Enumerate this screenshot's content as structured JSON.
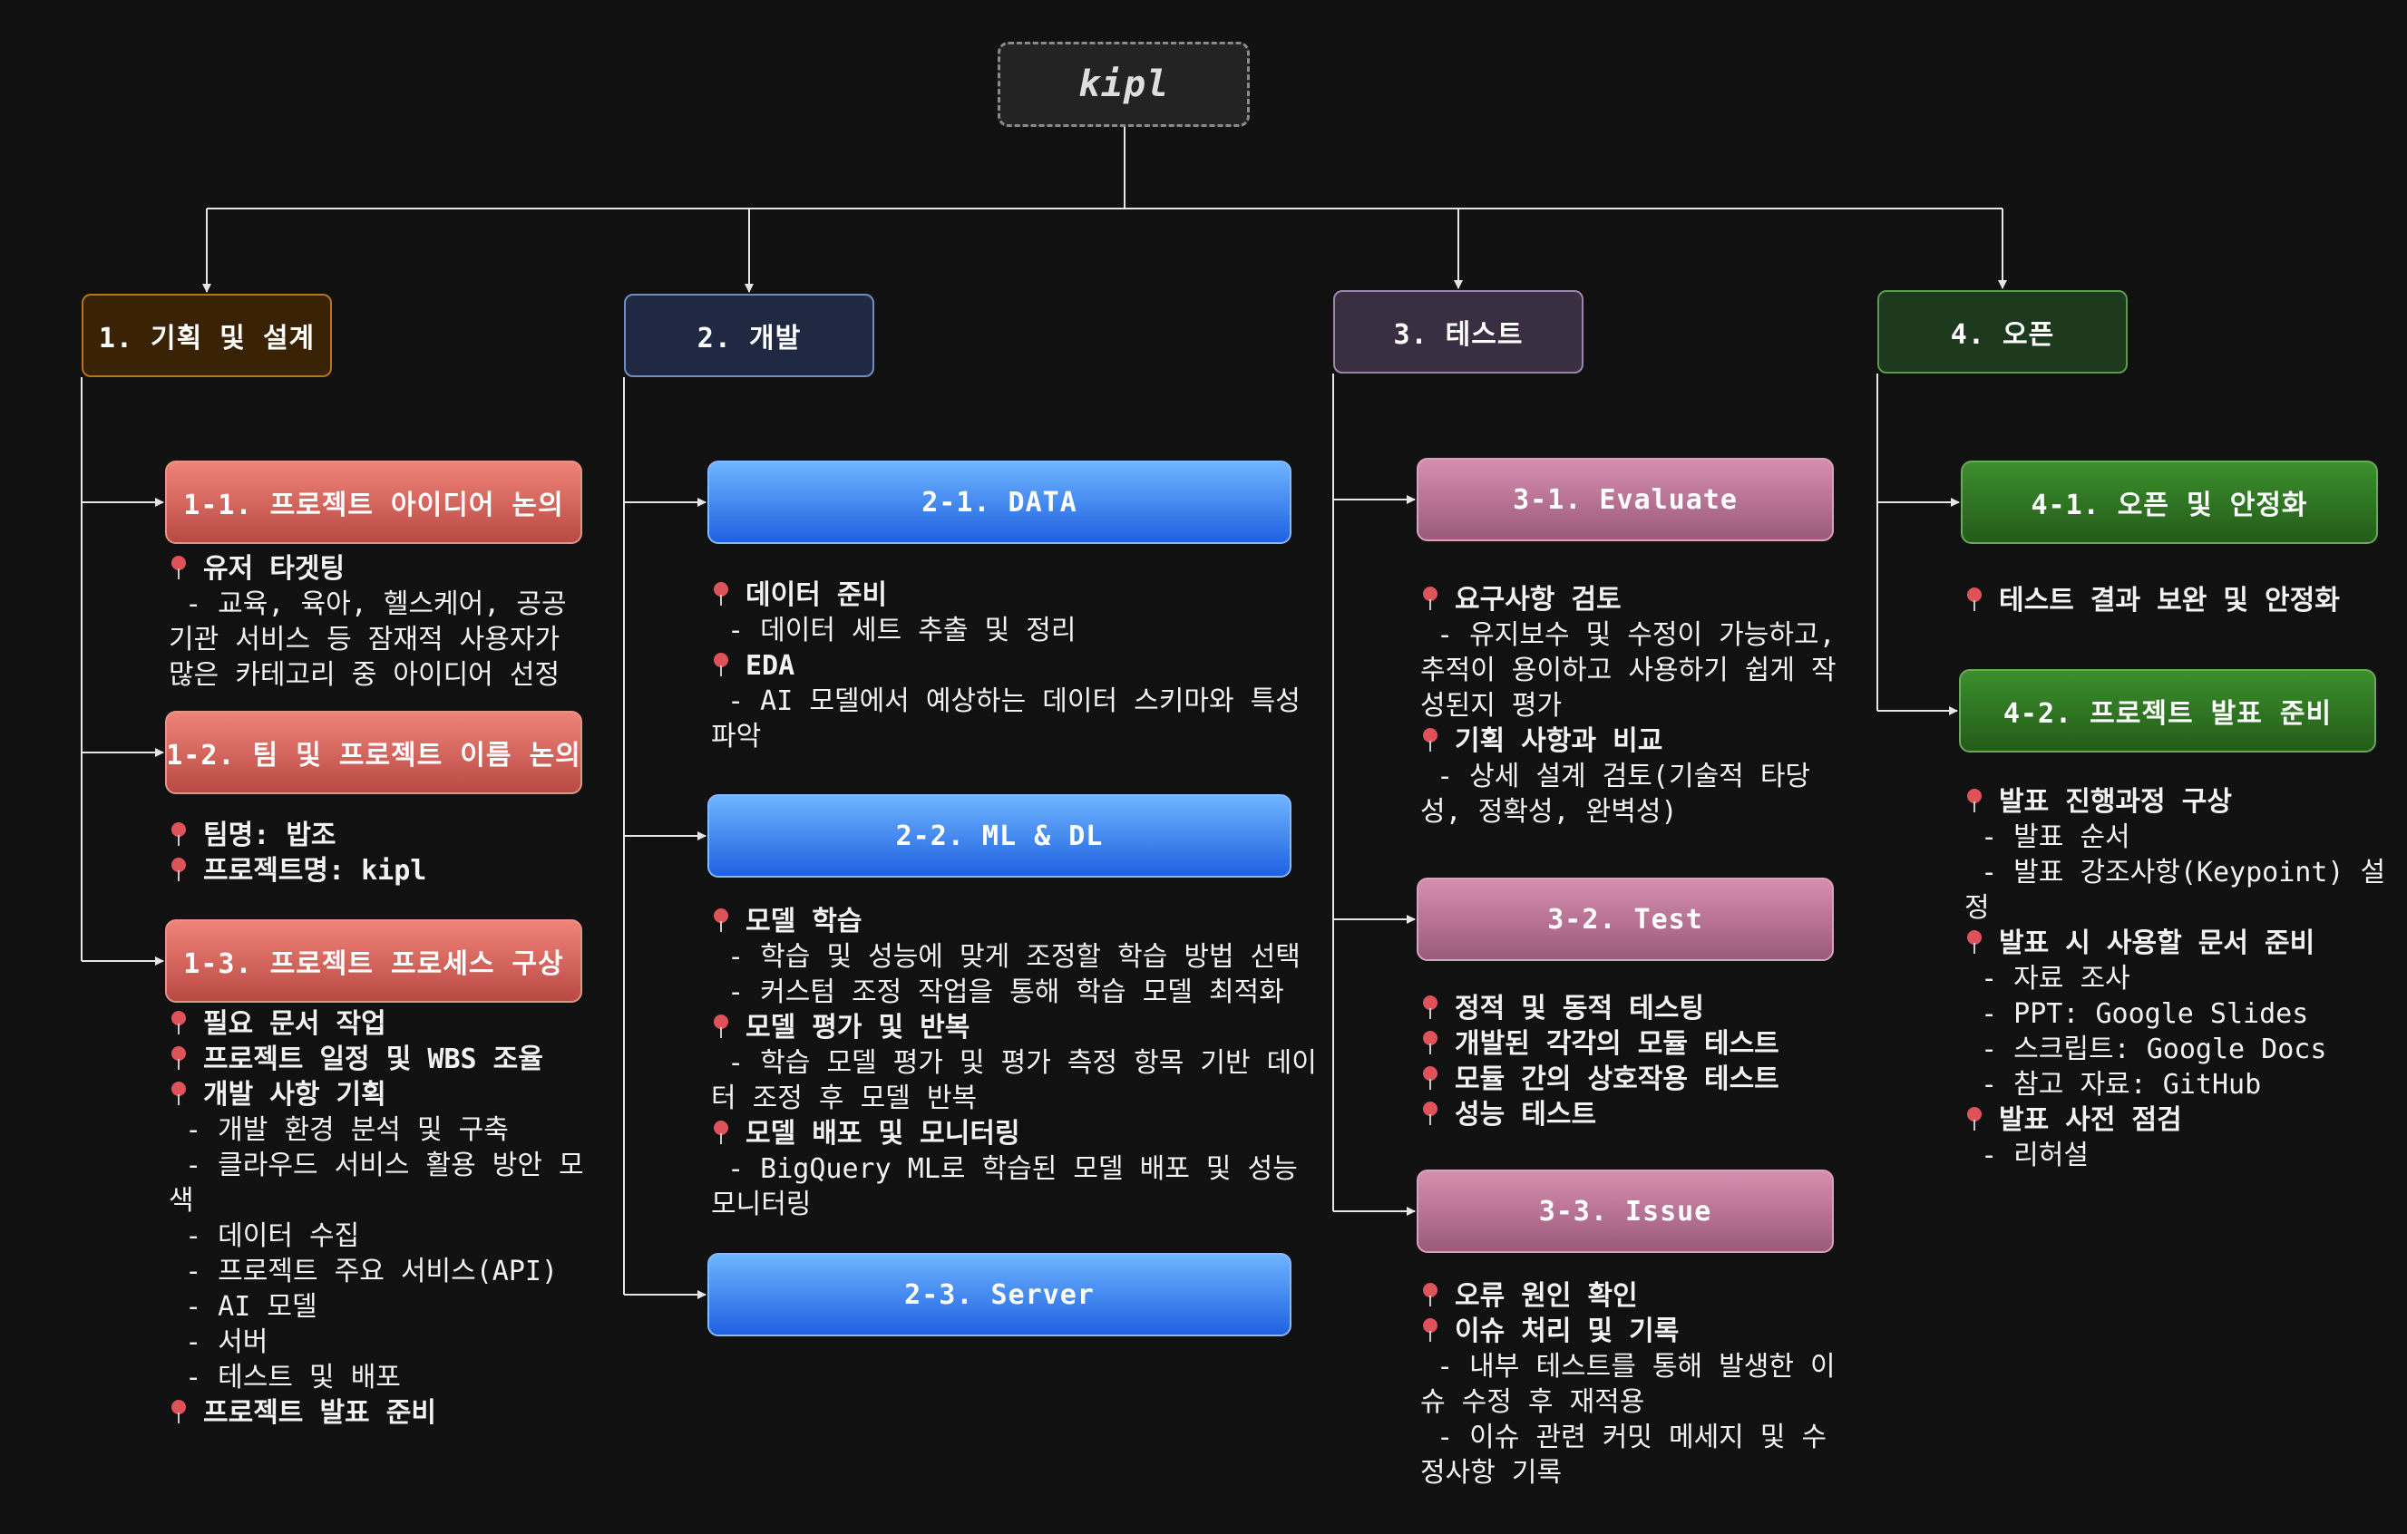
{
  "root": {
    "label": "kipl"
  },
  "categories": [
    {
      "label": "1. 기획 및 설계",
      "subs": [
        {
          "label": "1-1. 프로젝트 아이디어 논의",
          "notes": [
            {
              "pin": true,
              "text": "유저 타겟팅"
            },
            {
              "pin": false,
              "text": " - 교육, 육아, 헬스케어, 공공 기관 서비스 등 잠재적 사용자가 많은 카테고리 중 아이디어 선정"
            }
          ]
        },
        {
          "label": "1-2. 팀 및 프로젝트 이름 논의",
          "notes": [
            {
              "pin": true,
              "text": "팀명: 밥조"
            },
            {
              "pin": true,
              "text": "프로젝트명: kipl"
            }
          ]
        },
        {
          "label": "1-3. 프로젝트 프로세스 구상",
          "notes": [
            {
              "pin": true,
              "text": "필요 문서 작업"
            },
            {
              "pin": true,
              "text": "프로젝트 일정 및 WBS 조율"
            },
            {
              "pin": true,
              "text": "개발 사항 기획"
            },
            {
              "pin": false,
              "text": " - 개발 환경 분석 및 구축"
            },
            {
              "pin": false,
              "text": " - 클라우드 서비스 활용 방안 모색"
            },
            {
              "pin": false,
              "text": " - 데이터 수집"
            },
            {
              "pin": false,
              "text": " - 프로젝트 주요 서비스(API)"
            },
            {
              "pin": false,
              "text": " - AI 모델"
            },
            {
              "pin": false,
              "text": " - 서버"
            },
            {
              "pin": false,
              "text": " - 테스트 및 배포"
            },
            {
              "pin": true,
              "text": "프로젝트 발표 준비"
            }
          ]
        }
      ]
    },
    {
      "label": "2. 개발",
      "subs": [
        {
          "label": "2-1. DATA",
          "notes": [
            {
              "pin": true,
              "text": "데이터 준비"
            },
            {
              "pin": false,
              "text": " - 데이터 세트 추출 및 정리"
            },
            {
              "pin": true,
              "text": "EDA"
            },
            {
              "pin": false,
              "text": " - AI 모델에서 예상하는 데이터 스키마와 특성 파악"
            }
          ]
        },
        {
          "label": "2-2. ML & DL",
          "notes": [
            {
              "pin": true,
              "text": "모델 학습"
            },
            {
              "pin": false,
              "text": " - 학습 및 성능에 맞게 조정할 학습 방법 선택"
            },
            {
              "pin": false,
              "text": " - 커스텀 조정 작업을 통해 학습 모델 최적화"
            },
            {
              "pin": true,
              "text": "모델 평가 및 반복"
            },
            {
              "pin": false,
              "text": " - 학습 모델 평가 및 평가 측정 항목 기반 데이터 조정 후 모델 반복"
            },
            {
              "pin": true,
              "text": "모델 배포 및 모니터링"
            },
            {
              "pin": false,
              "text": " - BigQuery ML로 학습된 모델 배포 및 성능 모니터링"
            }
          ]
        },
        {
          "label": "2-3. Server",
          "notes": []
        }
      ]
    },
    {
      "label": "3. 테스트",
      "subs": [
        {
          "label": "3-1. Evaluate",
          "notes": [
            {
              "pin": true,
              "text": "요구사항 검토"
            },
            {
              "pin": false,
              "text": " - 유지보수 및 수정이 가능하고, 추적이 용이하고 사용하기 쉽게 작성된지 평가"
            },
            {
              "pin": true,
              "text": "기획 사항과 비교"
            },
            {
              "pin": false,
              "text": " - 상세 설계 검토(기술적 타당성, 정확성, 완벽성)"
            }
          ]
        },
        {
          "label": "3-2. Test",
          "notes": [
            {
              "pin": true,
              "text": "정적 및 동적 테스팅"
            },
            {
              "pin": true,
              "text": "개발된 각각의 모듈 테스트"
            },
            {
              "pin": true,
              "text": "모듈 간의 상호작용 테스트"
            },
            {
              "pin": true,
              "text": "성능 테스트"
            }
          ]
        },
        {
          "label": "3-3. Issue",
          "notes": [
            {
              "pin": true,
              "text": "오류 원인 확인"
            },
            {
              "pin": true,
              "text": "이슈 처리 및 기록"
            },
            {
              "pin": false,
              "text": " - 내부 테스트를 통해 발생한 이슈 수정 후 재적용"
            },
            {
              "pin": false,
              "text": " - 이슈 관련 커밋 메세지 및 수정사항 기록"
            }
          ]
        }
      ]
    },
    {
      "label": "4. 오픈",
      "subs": [
        {
          "label": "4-1. 오픈 및 안정화",
          "notes": [
            {
              "pin": true,
              "text": "테스트 결과 보완 및 안정화"
            }
          ]
        },
        {
          "label": "4-2. 프로젝트 발표 준비",
          "notes": [
            {
              "pin": true,
              "text": "발표 진행과정 구상"
            },
            {
              "pin": false,
              "text": " - 발표 순서"
            },
            {
              "pin": false,
              "text": " - 발표 강조사항(Keypoint) 설정"
            },
            {
              "pin": true,
              "text": "발표 시 사용할 문서 준비"
            },
            {
              "pin": false,
              "text": " - 자료 조사"
            },
            {
              "pin": false,
              "text": " - PPT: Google Slides"
            },
            {
              "pin": false,
              "text": " - 스크립트: Google Docs"
            },
            {
              "pin": false,
              "text": " - 참고 자료: GitHub"
            },
            {
              "pin": true,
              "text": "발표 사전 점검"
            },
            {
              "pin": false,
              "text": " - 리허설"
            }
          ]
        }
      ]
    }
  ]
}
